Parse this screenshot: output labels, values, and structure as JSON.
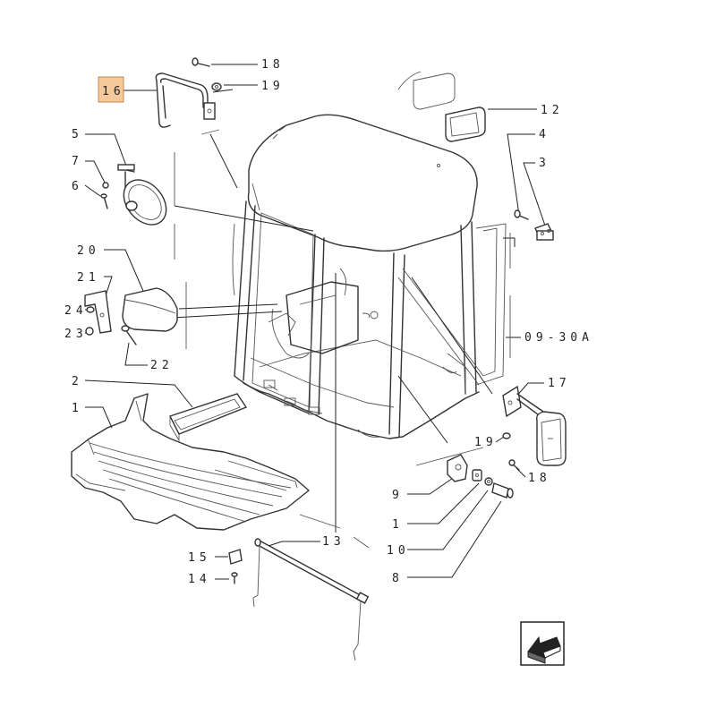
{
  "labels": {
    "l16": "16",
    "l18a": "18",
    "l19a": "19",
    "l12": "12",
    "l5": "5",
    "l7": "7",
    "l6": "6",
    "l4": "4",
    "l3": "3",
    "l20": "20",
    "l21": "21",
    "l24": "24",
    "l23": "23",
    "l22": "22",
    "l2": "2",
    "l1a": "1",
    "l0930a": "09-30A",
    "l17": "17",
    "l19b": "19",
    "l18b": "18",
    "l9": "9",
    "l1b": "1",
    "l10": "10",
    "l8": "8",
    "l13": "13",
    "l15": "15",
    "l14": "14"
  },
  "highlight_color": "#f7c89a",
  "nav_icon": "arrow-nav-icon"
}
